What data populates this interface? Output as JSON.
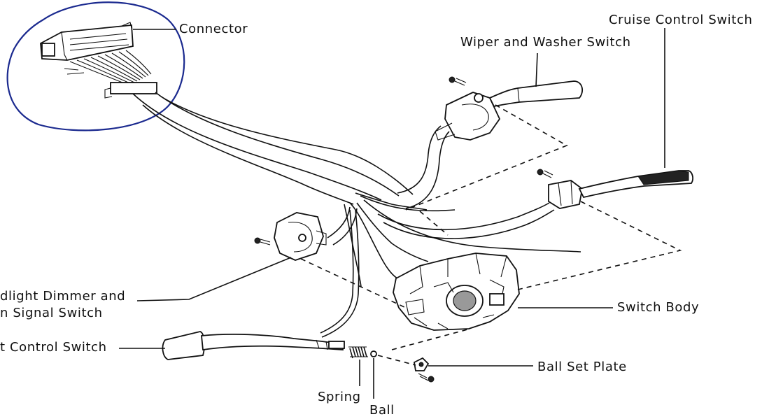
{
  "labels": {
    "connector": "Connector",
    "cruise_control_switch": "Cruise Control Switch",
    "wiper_washer_switch": "Wiper and Washer Switch",
    "headlight_dimmer_line1": "dlight Dimmer and",
    "headlight_dimmer_line2": "n Signal Switch",
    "light_control_switch": "t Control Switch",
    "switch_body": "Switch Body",
    "ball_set_plate": "Ball Set Plate",
    "spring": "Spring",
    "ball": "Ball"
  },
  "colors": {
    "ink": "#111111",
    "annotation": "#1b2a8f",
    "background": "#ffffff"
  }
}
